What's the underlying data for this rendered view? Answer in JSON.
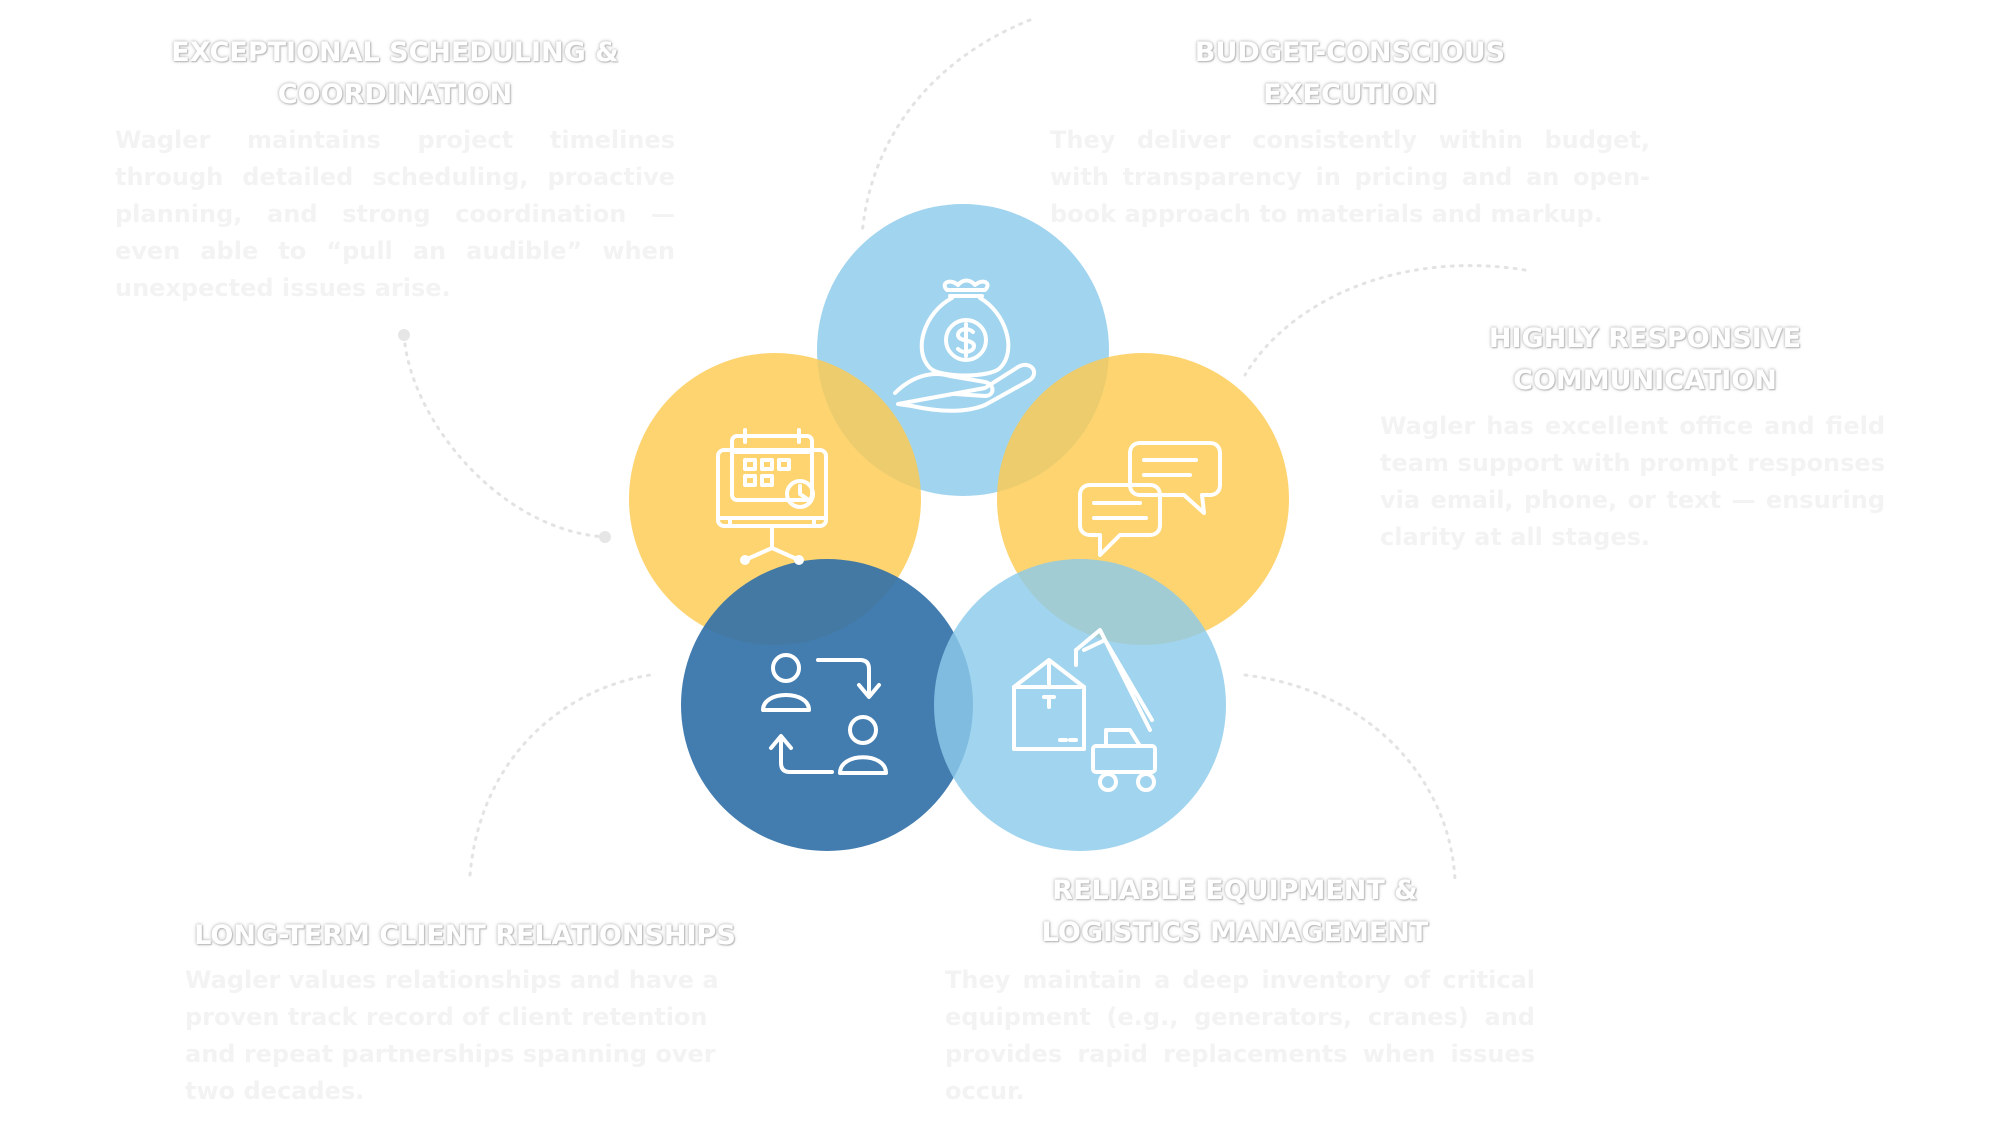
{
  "features": [
    {
      "id": "scheduling",
      "title": "Exceptional Scheduling & Coordination",
      "description": "Wagler maintains project timelines through detailed scheduling, proactive planning, and strong coordination — even able to “pull an audible” when unexpected issues arise."
    },
    {
      "id": "budget",
      "title": "Budget-Conscious Execution",
      "description": "They deliver consistently within budget, with transparency in pricing and an open-book approach to materials and markup."
    },
    {
      "id": "communication",
      "title": "Highly Responsive Communication",
      "description": "Wagler has excellent office and field team support with prompt responses via email, phone, or text — ensuring clarity at all stages."
    },
    {
      "id": "relationships",
      "title": "Long-Term Client Relationships",
      "description": "Wagler values relationships and have a proven track record of client retention and repeat partnerships spanning over two decades."
    },
    {
      "id": "equipment",
      "title": "Reliable Equipment & Logistics Management",
      "description": "They maintain a deep inventory of critical equipment (e.g., generators, cranes) and provides rapid replacements when issues occur."
    }
  ],
  "circles": [
    {
      "name": "budget-circle",
      "color": "#8ccbea",
      "icon": "money-bag-hand-icon"
    },
    {
      "name": "scheduling-circle",
      "color": "#fdcb50",
      "icon": "calendar-board-icon"
    },
    {
      "name": "communication-circle",
      "color": "#fdcb50",
      "icon": "chat-bubbles-icon"
    },
    {
      "name": "relationships-circle",
      "color": "#2f6fa7",
      "icon": "people-exchange-icon"
    },
    {
      "name": "equipment-circle",
      "color": "#8ccbea",
      "icon": "crane-truck-icon"
    }
  ]
}
